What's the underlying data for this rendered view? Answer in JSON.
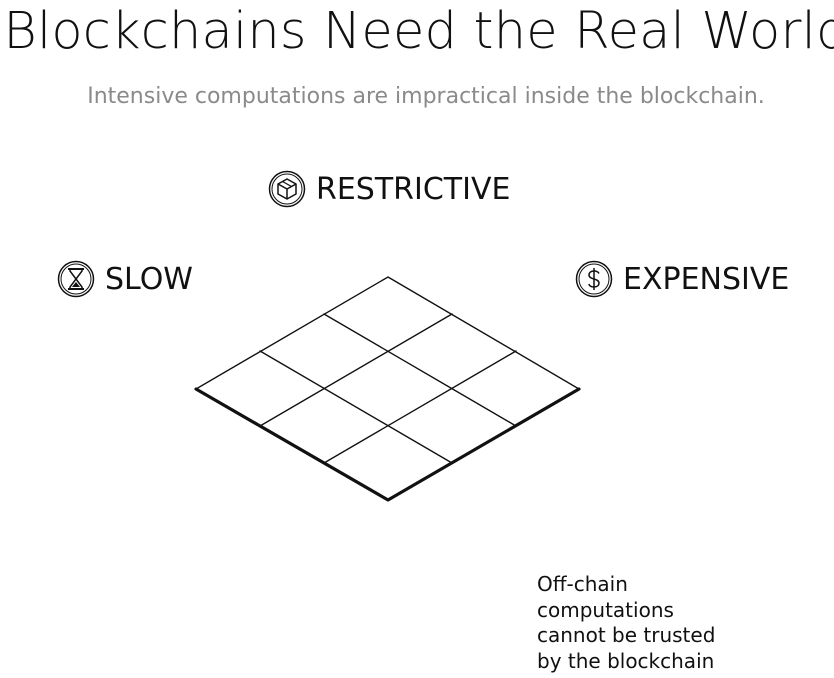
{
  "header": {
    "title": "Blockchains Need the Real World",
    "subtitle": "Intensive computations are impractical inside the blockchain."
  },
  "labels": {
    "restrictive": {
      "text": "RESTRICTIVE",
      "icon": "cube-icon"
    },
    "slow": {
      "text": "SLOW",
      "icon": "hourglass-icon"
    },
    "expensive": {
      "text": "EXPENSIVE",
      "icon": "dollar-icon"
    }
  },
  "diagram": {
    "shape": "isometric-3x3-grid"
  },
  "note": {
    "lines": [
      "Off-chain",
      "computations",
      "cannot be trusted",
      "by the blockchain"
    ]
  }
}
